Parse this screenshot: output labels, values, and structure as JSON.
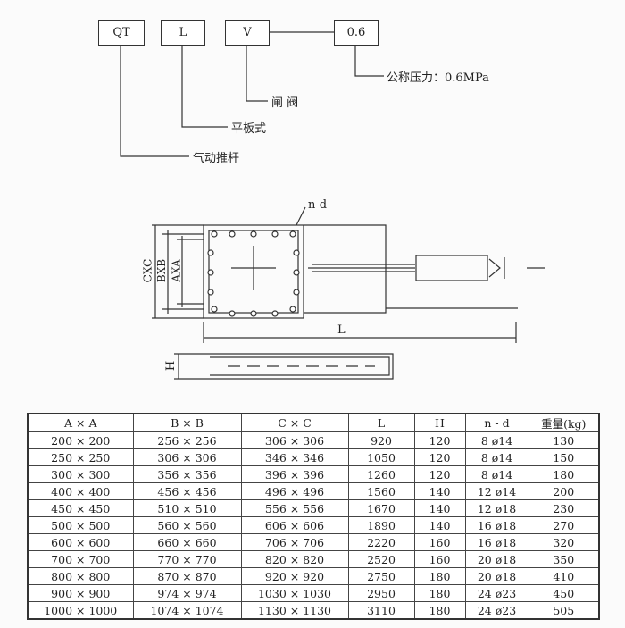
{
  "code": {
    "boxes": [
      "QT",
      "L",
      "V",
      "0.6"
    ],
    "labels": {
      "pressure": "公称压力：0.6MPa",
      "valve": "闸 阀",
      "plate": "平板式",
      "actuator": "气动推杆"
    }
  },
  "drawing": {
    "nd": "n-d",
    "cxc": "CXC",
    "bxb": "BXB",
    "axa": "AXA",
    "l": "L",
    "h": "H"
  },
  "table": {
    "headers": [
      "A × A",
      "B × B",
      "C × C",
      "L",
      "H",
      "n - d",
      "重量(kg)"
    ],
    "rows": [
      [
        "200 × 200",
        "256 × 256",
        "306 × 306",
        "920",
        "120",
        "8  ø14",
        "130"
      ],
      [
        "250 × 250",
        "306 × 306",
        "346 × 346",
        "1050",
        "120",
        "8  ø14",
        "150"
      ],
      [
        "300 × 300",
        "356 × 356",
        "396 × 396",
        "1260",
        "120",
        "8  ø14",
        "180"
      ],
      [
        "400 × 400",
        "456 × 456",
        "496 × 496",
        "1560",
        "140",
        "12  ø14",
        "200"
      ],
      [
        "450 × 450",
        "510 × 510",
        "556 × 556",
        "1670",
        "140",
        "12  ø18",
        "230"
      ],
      [
        "500 × 500",
        "560 × 560",
        "606 × 606",
        "1890",
        "140",
        "16  ø18",
        "270"
      ],
      [
        "600 × 600",
        "660 × 660",
        "706 × 706",
        "2220",
        "160",
        "16  ø18",
        "320"
      ],
      [
        "700 × 700",
        "770 × 770",
        "820 × 820",
        "2520",
        "160",
        "20  ø18",
        "350"
      ],
      [
        "800 × 800",
        "870 × 870",
        "920 × 920",
        "2750",
        "180",
        "20  ø18",
        "410"
      ],
      [
        "900 × 900",
        "974 × 974",
        "1030 × 1030",
        "2950",
        "180",
        "24  ø23",
        "450"
      ],
      [
        "1000 × 1000",
        "1074 × 1074",
        "1130 × 1130",
        "3110",
        "180",
        "24  ø23",
        "505"
      ]
    ]
  }
}
